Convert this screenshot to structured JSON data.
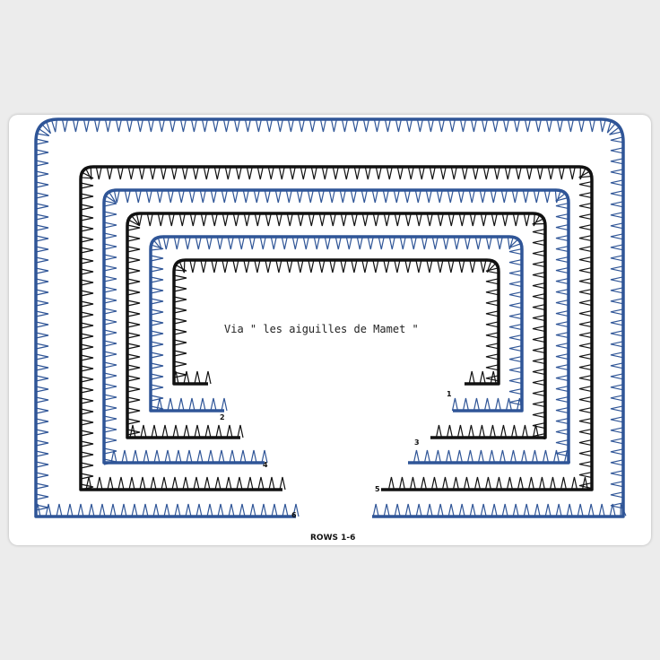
{
  "caption": "Via \" les aiguilles de Mamet \"",
  "footer": "ROWS 1-6",
  "row_labels": [
    "1",
    "2",
    "3",
    "4",
    "5",
    "6"
  ],
  "colors": {
    "background": "#ececec",
    "card": "#ffffff",
    "black_rows": "#111111",
    "blue_rows": "#2f5597",
    "text": "#222222"
  },
  "rows": [
    {
      "number": 1,
      "color": "black_rows"
    },
    {
      "number": 2,
      "color": "blue_rows"
    },
    {
      "number": 3,
      "color": "black_rows"
    },
    {
      "number": 4,
      "color": "blue_rows"
    },
    {
      "number": 5,
      "color": "black_rows"
    },
    {
      "number": 6,
      "color": "blue_rows"
    }
  ]
}
